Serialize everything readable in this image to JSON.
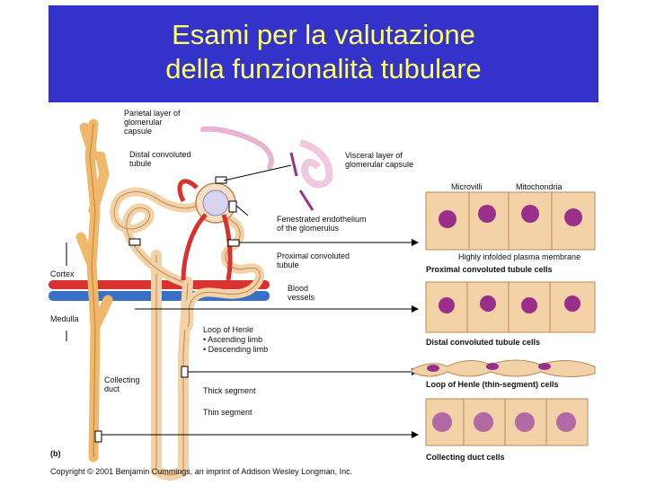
{
  "slide": {
    "title": "Esami per la valutazione\ndella funzionalità tubulare",
    "title_bg": "#3333cc",
    "title_color": "#ffff66"
  },
  "figure": {
    "labels": {
      "parietal": [
        "Parietal layer of",
        "glomerular",
        "capsule"
      ],
      "distal": [
        "Distal convoluted",
        "tubule"
      ],
      "visceral": [
        "Visceral layer of",
        "glomerular capsule"
      ],
      "fenestrated": [
        "Fenestrated endothelium",
        "of the glomerulus"
      ],
      "proximal": [
        "Proximal convoluted",
        "tubule"
      ],
      "cortex": "Cortex",
      "medulla": "Medulla",
      "blood": [
        "Blood",
        "vessels"
      ],
      "henle": [
        "Loop of Henle",
        "• Ascending limb",
        "• Descending limb"
      ],
      "collecting": [
        "Collecting",
        "duct"
      ],
      "thick": "Thick segment",
      "thin": "Thin segment",
      "panel": "(b)",
      "microvilli": "Microvilli",
      "mitochondria": "Mitochondria",
      "infolded": "Highly infolded plasma membrane",
      "cells_proximal": "Proximal convoluted tubule cells",
      "cells_distal": "Distal convoluted tubule cells",
      "cells_henle": "Loop of Henle (thin-segment) cells",
      "cells_collecting": "Collecting duct cells",
      "copyright": "Copyright © 2001 Benjamin Cummings, an imprint of Addison Wesley Longman, Inc."
    },
    "colors": {
      "tubule": "#f3d2a8",
      "tubule_edge": "#b88a58",
      "duct": "#f0b86a",
      "artery": "#d93030",
      "vein": "#3a6fc8",
      "nucleus": "#9a2f8a"
    }
  }
}
